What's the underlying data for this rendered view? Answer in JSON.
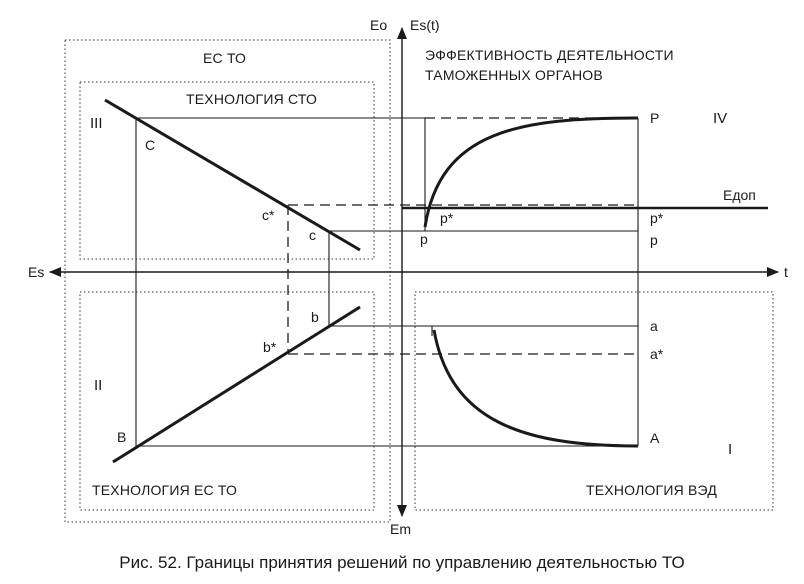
{
  "axes": {
    "top_left": "Eo",
    "top_right": "Es(t)",
    "left": "Es",
    "right": "t",
    "bottom": "Em"
  },
  "regions": {
    "es_to": "ЕС ТО",
    "sto_tech": "ТЕХНОЛОГИЯ СТО",
    "es_to_tech": "ТЕХНОЛОГИЯ ЕС ТО",
    "ved_tech": "ТЕХНОЛОГИЯ ВЭД"
  },
  "efficiency_title": {
    "line1": "ЭФФЕКТИВНОСТЬ ДЕЯТЕЛЬНОСТИ",
    "line2": "ТАМОЖЕННЫХ ОРГАНОВ"
  },
  "quadrants": {
    "q1": "I",
    "q2": "II",
    "q3": "III",
    "q4": "IV"
  },
  "points": {
    "C": "C",
    "c_star": "c*",
    "c": "c",
    "b": "b",
    "b_star": "b*",
    "B": "B",
    "P": "P",
    "p_star_curve": "p*",
    "p_curve": "p",
    "p_star_right": "p*",
    "p_right": "p",
    "a": "a",
    "a_star": "a*",
    "A": "A"
  },
  "edop": "Едоп",
  "caption": "Рис. 52. Границы принятия решений по управлению деятельностью ТО"
}
